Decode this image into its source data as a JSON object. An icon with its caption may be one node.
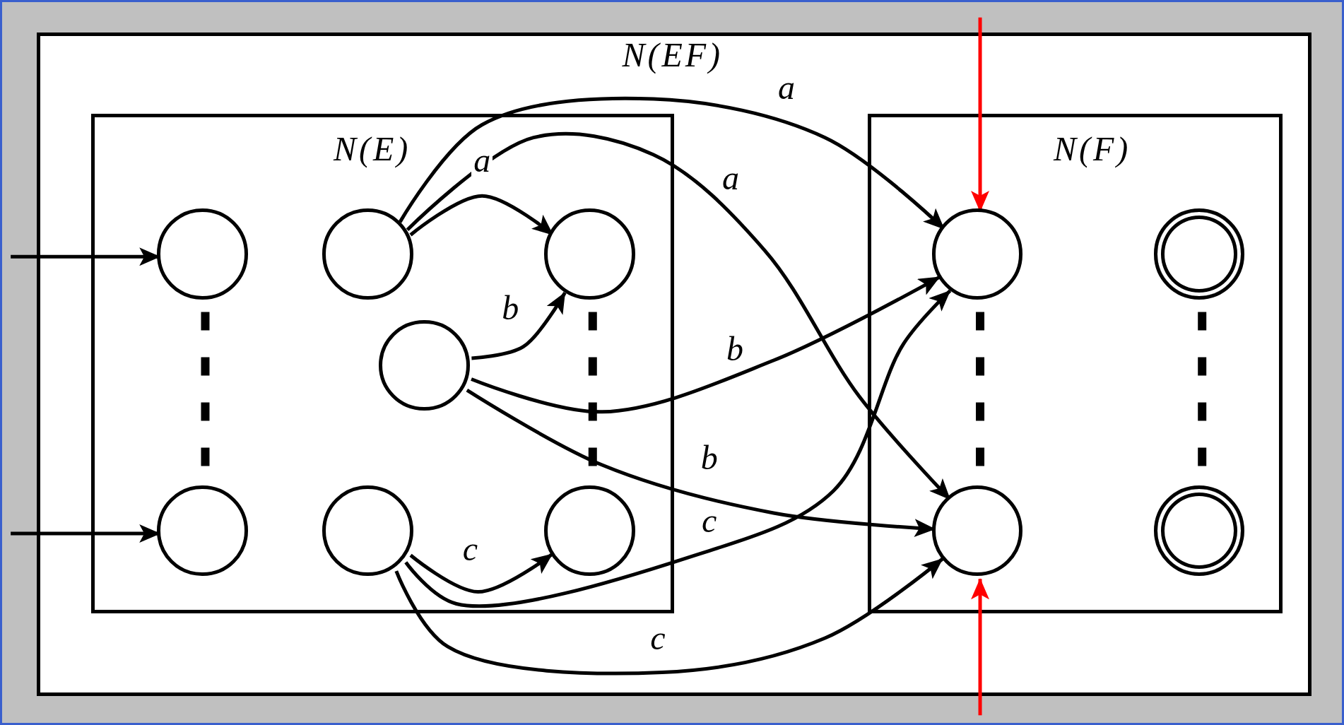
{
  "diagram": {
    "nodes": [
      {
        "text": [
          "N(EF)"
        ]
      },
      {
        "text": [
          "N(E)"
        ],
        "in": 0
      },
      {
        "text": [],
        "shape": "circle",
        "in": 1
      },
      {
        "text": [],
        "shape": "circle",
        "in": 1
      },
      {
        "text": [],
        "shape": "circle",
        "in": 1
      },
      {
        "text": [],
        "shape": "circle",
        "in": 1
      },
      {
        "text": [],
        "shape": "circle",
        "in": 1
      },
      {
        "text": [],
        "shape": "circle",
        "in": 1
      },
      {
        "text": [],
        "shape": "circle",
        "in": 1
      },
      {
        "text": [
          "N(F)"
        ],
        "in": 0
      },
      {
        "text": [],
        "shape": "circle",
        "in": 9
      },
      {
        "text": [],
        "shape": "double-circle",
        "in": 9
      },
      {
        "text": [],
        "shape": "circle",
        "in": 9
      },
      {
        "text": [],
        "shape": "double-circle",
        "in": 9
      }
    ],
    "edges": [
      {
        "from": null,
        "to": 2,
        "arrow": "to"
      },
      {
        "from": null,
        "to": 6,
        "arrow": "to"
      },
      {
        "from": 3,
        "to": 4,
        "arrow": "to",
        "label": "a"
      },
      {
        "from": 3,
        "to": 10,
        "arrow": "to",
        "label": "a"
      },
      {
        "from": 3,
        "to": 12,
        "arrow": "to",
        "label": "a"
      },
      {
        "from": 5,
        "to": 4,
        "arrow": "to",
        "label": "b"
      },
      {
        "from": 5,
        "to": 10,
        "arrow": "to",
        "label": "b"
      },
      {
        "from": 5,
        "to": 12,
        "arrow": "to",
        "label": "b"
      },
      {
        "from": 7,
        "to": 8,
        "arrow": "to",
        "label": "c"
      },
      {
        "from": 7,
        "to": 10,
        "arrow": "to",
        "label": "c"
      },
      {
        "from": 7,
        "to": 12,
        "arrow": "to",
        "label": "c"
      },
      {
        "from": null,
        "to": 10,
        "arrow": "to",
        "color": "#ff0000"
      },
      {
        "from": null,
        "to": 12,
        "arrow": "to",
        "color": "#ff0000"
      },
      {
        "from": 2,
        "to": 6,
        "arrow": "none",
        "style": "dashed"
      },
      {
        "from": 4,
        "to": 8,
        "arrow": "none",
        "style": "dashed"
      },
      {
        "from": 10,
        "to": 12,
        "arrow": "none",
        "style": "dashed"
      },
      {
        "from": 11,
        "to": 13,
        "arrow": "none",
        "style": "dashed"
      }
    ]
  }
}
